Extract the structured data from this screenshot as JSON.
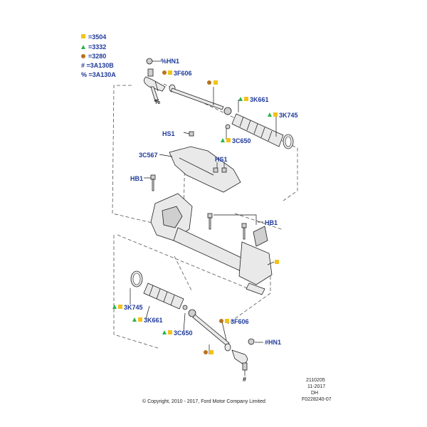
{
  "legend": [
    {
      "marker": "square",
      "color": "#f2c21a",
      "text": "=3504"
    },
    {
      "marker": "triangle",
      "color": "#2bb34a",
      "text": "=3332"
    },
    {
      "marker": "circle",
      "color": "#b8721c",
      "text": "=3280"
    },
    {
      "marker": "hash",
      "color": "#111111",
      "text": "#  =3A130B"
    },
    {
      "marker": "percent",
      "color": "#111111",
      "text": "% =3A130A"
    }
  ],
  "labels": {
    "hn1_top": "%HN1",
    "f606_top": "3F606",
    "k661_top": "3K661",
    "k745_top": "3K745",
    "c650_top": "3C650",
    "hs1_a": "HS1",
    "c567": "3C567",
    "hs1_b": "HS1",
    "hb1_a": "HB1",
    "hb1_b": "HB1",
    "k745_bot": "3K745",
    "k661_bot": "3K661",
    "c650_bot": "3C650",
    "f606_bot": "3F606",
    "hn1_bot": "#HN1",
    "percent_mark": "%",
    "hash_mark": "#"
  },
  "footer": {
    "copyright": "© Copyright, 2010 - 2017, Ford Motor Company Limited",
    "code1": "2110205",
    "code2": "11-2017",
    "code3": "DH",
    "code4": "F0228240-07"
  },
  "colors": {
    "square": "#f2c21a",
    "triangle": "#2bb34a",
    "circle": "#b8721c",
    "label": "#1f3a9a"
  }
}
